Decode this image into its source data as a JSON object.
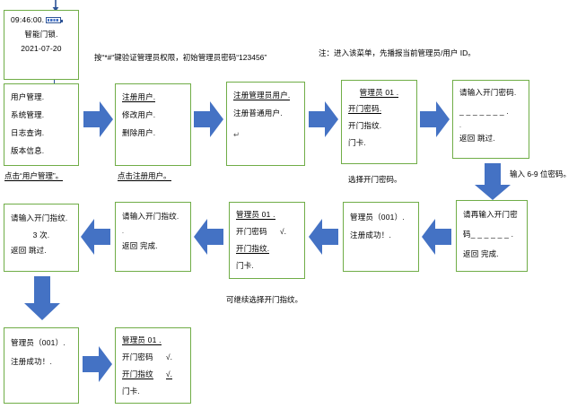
{
  "meta": {
    "title": "智能门锁管理员注册流程图",
    "accent_box_border": "#70ad47",
    "accent_arrow": "#4472c4",
    "battery_icon": "battery-icon"
  },
  "notes": {
    "admin_auth": "按“*#“键验证管理员权限，初始管理员密码“123456”",
    "menu_note": "注：进入该菜单，先播报当前管理员/用户 ID。",
    "click_user_mgmt": "点击“用户管理”。",
    "click_register_user": "点击注册用户。",
    "choose_open_password": "选择开门密码。",
    "input_6_9_digits": "输入 6-9 位密码。",
    "continue_choose_fingerprint": "可继续选择开门指纹。"
  },
  "boxes": {
    "standby": {
      "name": "standby-screen",
      "lines": [
        {
          "text": "09:46:00.",
          "icon": "battery-icon",
          "align": "left"
        },
        {
          "text": "智能门锁.",
          "align": "center"
        },
        {
          "text": "2021-07-20",
          "align": "center"
        }
      ]
    },
    "main_menu": {
      "name": "main-menu-screen",
      "lines": [
        {
          "text": "用户管理."
        },
        {
          "text": "系统管理."
        },
        {
          "text": "日志查询."
        },
        {
          "text": "版本信息."
        }
      ]
    },
    "user_menu": {
      "name": "user-menu-screen",
      "lines": [
        {
          "text": "注册用户.",
          "underline": true
        },
        {
          "text": "修改用户."
        },
        {
          "text": "删除用户."
        }
      ]
    },
    "register_type": {
      "name": "register-type-screen",
      "lines": [
        {
          "text": "注册管理员用户.",
          "underline": true
        },
        {
          "text": "注册普通用户."
        },
        {
          "text": "↵",
          "pilcrow": true
        }
      ]
    },
    "admin01_menu": {
      "name": "admin01-menu-screen",
      "lines": [
        {
          "text": "管理员 01 .",
          "underline": true,
          "align": "center"
        },
        {
          "text": "开门密码.",
          "underline": true
        },
        {
          "text": "开门指纹."
        },
        {
          "text": "门卡."
        }
      ]
    },
    "enter_password": {
      "name": "enter-password-screen",
      "lines": [
        {
          "text": "请输入开门密码."
        },
        {
          "text": "_ _ _ _ _ _ _ .",
          "dashed": true
        },
        {
          "text": ".",
          "small": true
        },
        {
          "left": "返回",
          "right": "跳过.",
          "two_col": true
        }
      ]
    },
    "confirm_password": {
      "name": "confirm-password-screen",
      "lines": [
        {
          "text": "请再输入开门密"
        },
        {
          "text": "码_ _ _ _ _ _ .",
          "dashed": true
        },
        {
          "left": "返回",
          "right": "完成.",
          "two_col": true
        }
      ]
    },
    "register_ok_1": {
      "name": "register-success-screen-1",
      "lines": [
        {
          "text": "管理员（001）."
        },
        {
          "text": "注册成功！."
        }
      ]
    },
    "admin01_checked_1": {
      "name": "admin01-password-checked-screen",
      "lines": [
        {
          "text": "管理员 01 .",
          "underline": true
        },
        {
          "left": "开门密码",
          "right": "√.",
          "two_col": true
        },
        {
          "text": "开门指纹.",
          "underline": true
        },
        {
          "text": "门卡."
        }
      ]
    },
    "enter_fingerprint_done": {
      "name": "enter-fingerprint-screen-done",
      "lines": [
        {
          "text": "请输入开门指纹."
        },
        {
          "text": ".",
          "small": true
        },
        {
          "left": "返回",
          "right": "完成.",
          "two_col": true
        }
      ]
    },
    "enter_fingerprint_3times": {
      "name": "enter-fingerprint-screen-3times",
      "lines": [
        {
          "text": "请输入开门指纹."
        },
        {
          "text": "3 次.",
          "align": "center"
        },
        {
          "left": "返回",
          "right": "跳过.",
          "two_col": true
        }
      ]
    },
    "register_ok_2": {
      "name": "register-success-screen-2",
      "lines": [
        {
          "text": "管理员（001）."
        },
        {
          "text": "注册成功！."
        }
      ]
    },
    "admin01_checked_2": {
      "name": "admin01-both-checked-screen",
      "lines": [
        {
          "text": "管理员 01 .",
          "underline": true
        },
        {
          "left": "开门密码",
          "right": "√.",
          "two_col": true
        },
        {
          "left": "开门指纹",
          "right": "√.",
          "two_col": true,
          "underline": true
        },
        {
          "text": "门卡."
        }
      ]
    }
  },
  "arrows": [
    {
      "name": "arrow-standby-to-menu",
      "dir": "down-thin"
    },
    {
      "name": "arrow-mainmenu-to-usermenu",
      "dir": "right"
    },
    {
      "name": "arrow-usermenu-to-registertype",
      "dir": "right"
    },
    {
      "name": "arrow-registertype-to-adminmenu",
      "dir": "right"
    },
    {
      "name": "arrow-adminmenu-to-password",
      "dir": "right"
    },
    {
      "name": "arrow-password-to-confirm",
      "dir": "down"
    },
    {
      "name": "arrow-confirm-to-success",
      "dir": "left"
    },
    {
      "name": "arrow-success-to-checked",
      "dir": "left"
    },
    {
      "name": "arrow-checked-to-fingerprint",
      "dir": "left"
    },
    {
      "name": "arrow-fingerprint-to-3times",
      "dir": "left"
    },
    {
      "name": "arrow-3times-to-success2",
      "dir": "down"
    },
    {
      "name": "arrow-success2-to-checked2",
      "dir": "right"
    }
  ]
}
